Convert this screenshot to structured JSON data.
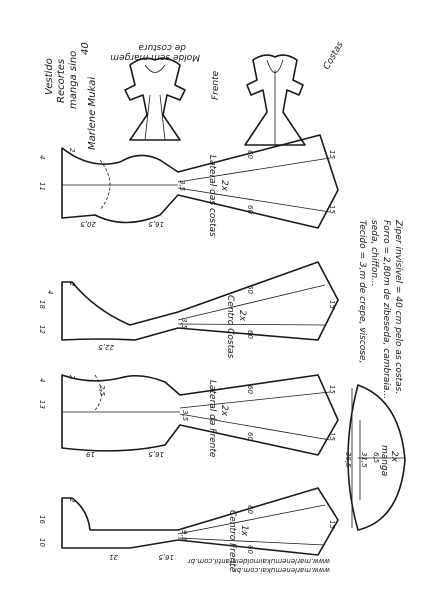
{
  "title": {
    "line1": "Vestido",
    "line2": "Recortes",
    "line3": "manga sino",
    "size": "40"
  },
  "note_seam": {
    "line1": "Molde sem margem",
    "line2": "de costura"
  },
  "signature": "Marlene Mukai",
  "sketch_labels": {
    "front": "Frente",
    "back": "Costas"
  },
  "fabric_notes": {
    "line1": "Tecido = 3,m  de  crepe, viscose,",
    "line2": "seda, chiffon...",
    "line3": "Forro = 2,80m de  zibeseda, cambraia...",
    "line4": "Ziper invisível = 40 cm  pelo as costas."
  },
  "website": {
    "line1": "www.marlenemukai.com.br",
    "line2": "www.marlenemukaimoldeinfantil.com.br"
  },
  "pieces": [
    {
      "name": "Lateral das costas",
      "count": "2x",
      "dims": [
        "11",
        "4",
        "20,5",
        "16,5",
        "60",
        "60",
        "3,5",
        "15",
        "15",
        "2"
      ]
    },
    {
      "name": "Centro Costas",
      "count": "2x",
      "dims": [
        "18",
        "12",
        "22,5",
        "60",
        "60",
        "2",
        "3,5",
        "15",
        "4"
      ]
    },
    {
      "name": "Lateral da Frente",
      "count": "2x",
      "dims": [
        "13",
        "4",
        "19",
        "16,5",
        "60",
        "60",
        "3,5",
        "15",
        "15",
        "2,5",
        "2"
      ]
    },
    {
      "name": "Centro Frente",
      "count": "1x",
      "dims": [
        "16",
        "10",
        "21",
        "16,5",
        "60",
        "60",
        "9,5",
        "15",
        "2"
      ]
    }
  ],
  "sleeve": {
    "name": "manga",
    "count": "2x",
    "dims": [
      "36,5",
      "31,5",
      "6,5"
    ]
  }
}
